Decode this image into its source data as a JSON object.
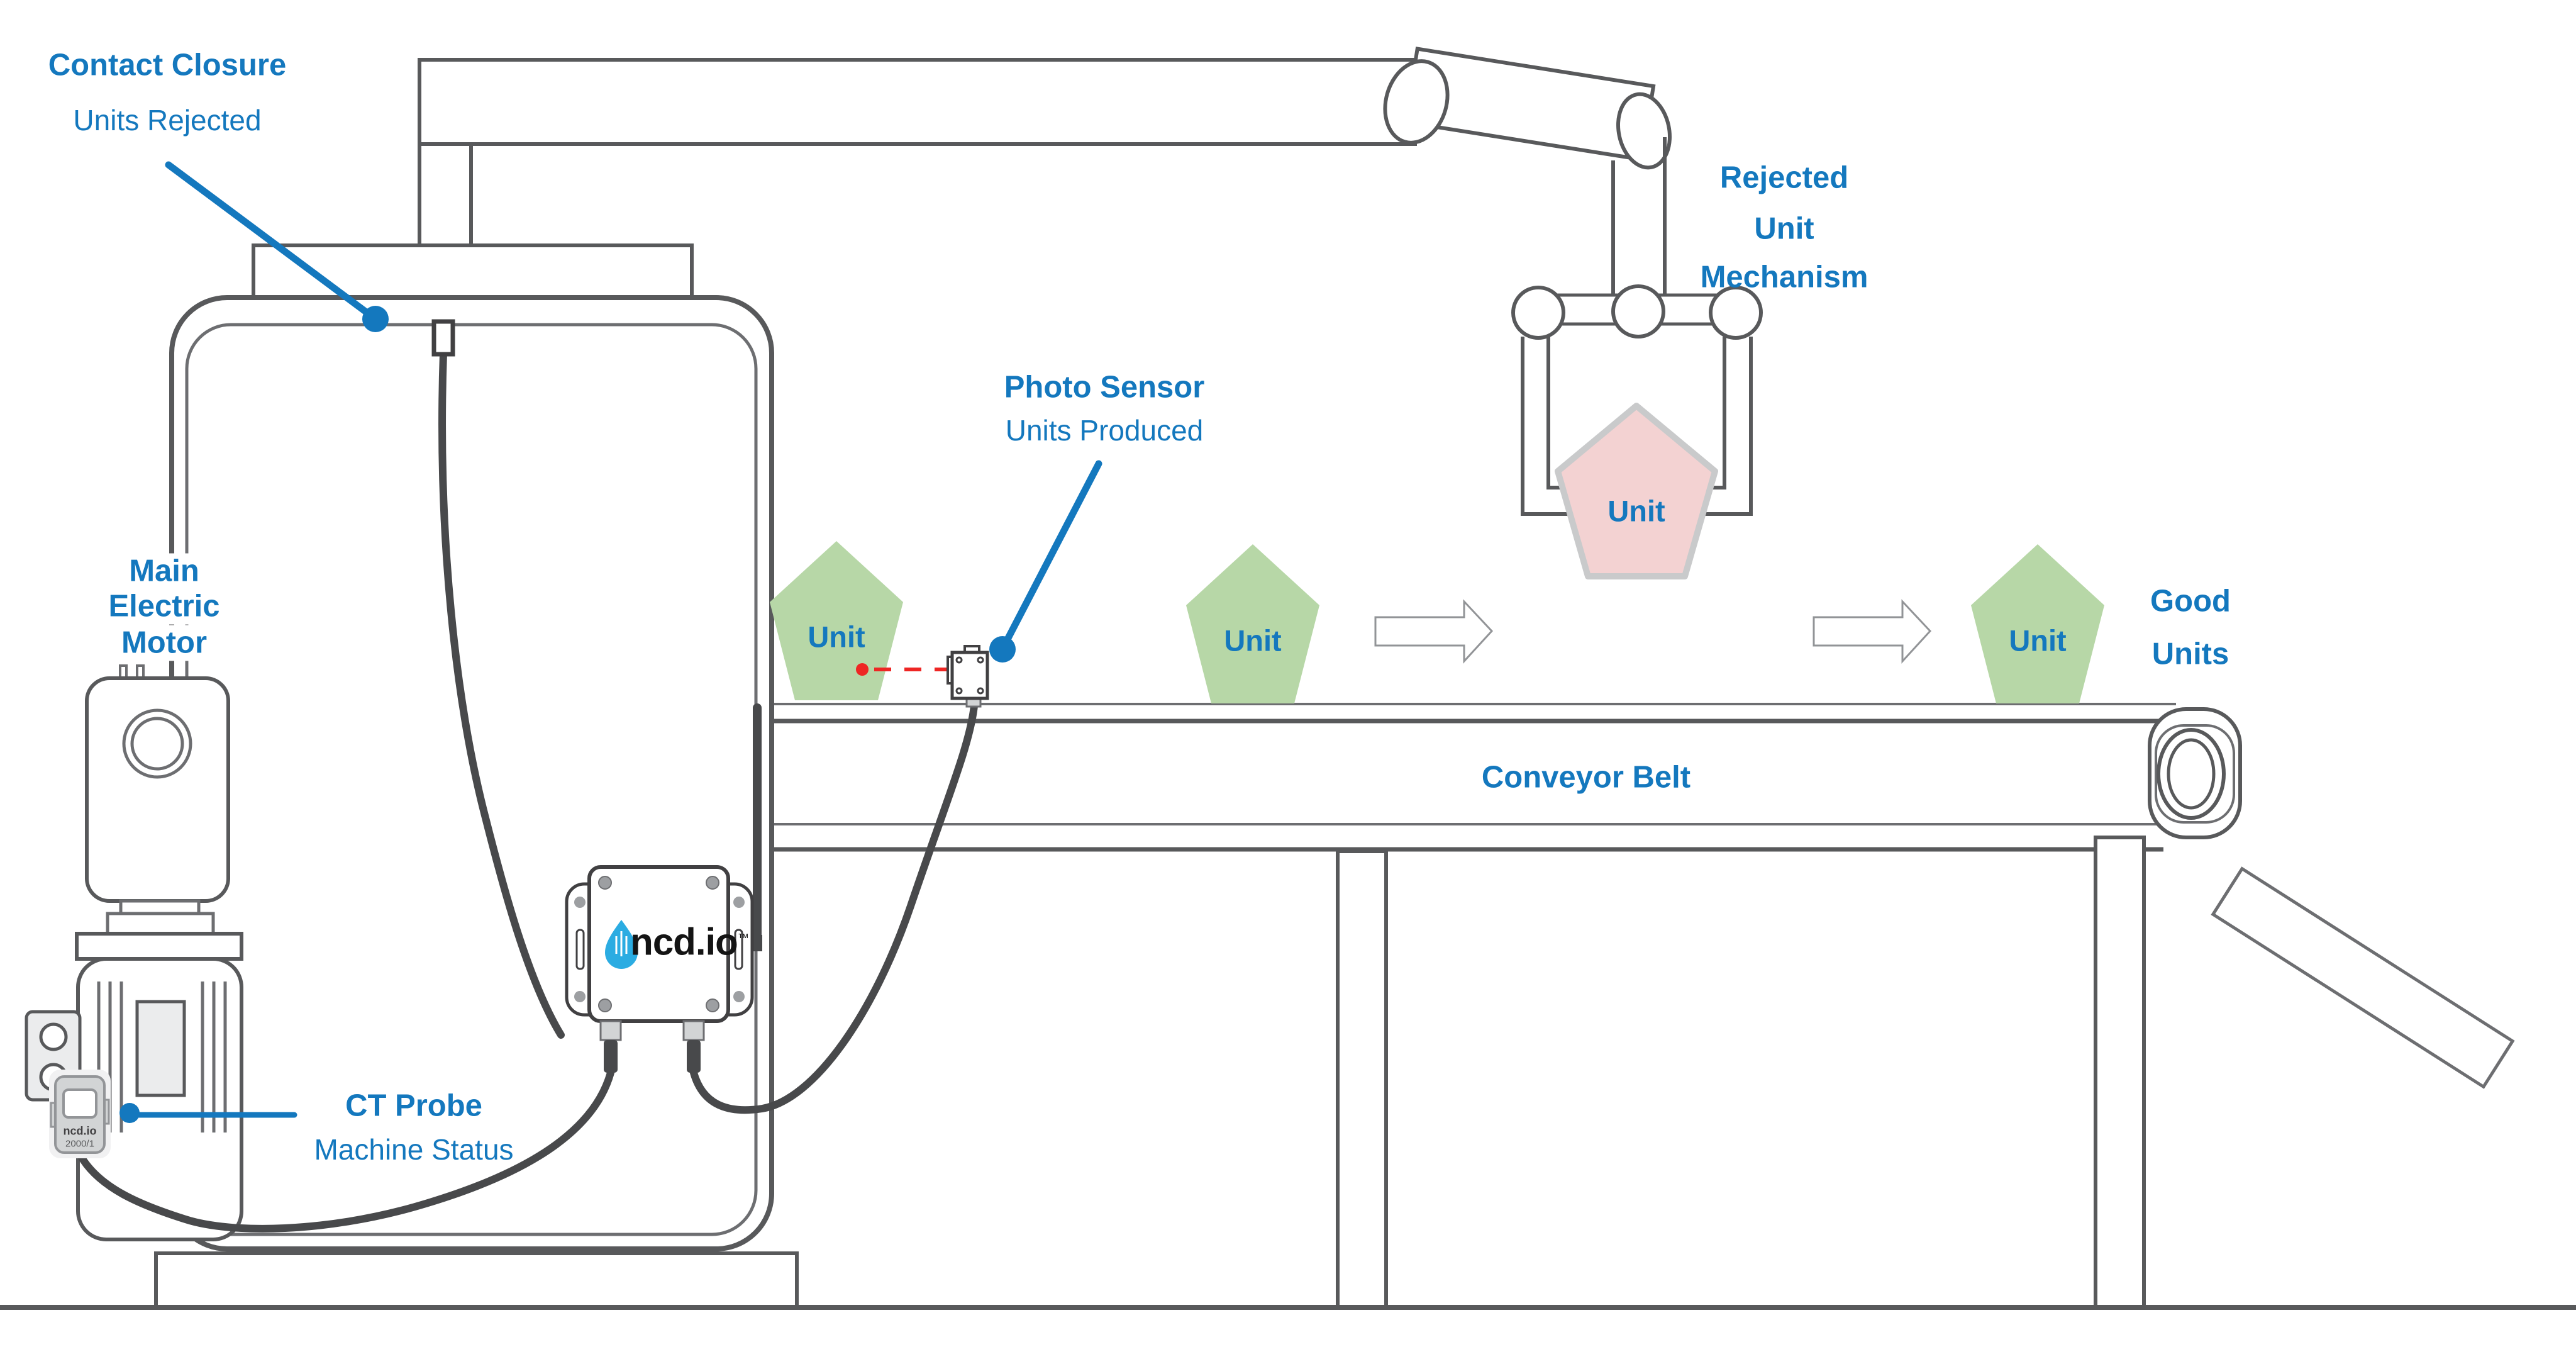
{
  "labels": {
    "contact_closure": {
      "title": "Contact Closure",
      "subtitle": "Units Rejected"
    },
    "photo_sensor": {
      "title": "Photo Sensor",
      "subtitle": "Units Produced"
    },
    "rejected_mechanism": {
      "line1": "Rejected",
      "line2": "Unit",
      "line3": "Mechanism"
    },
    "main_motor": {
      "line1": "Main",
      "line2": "Electric",
      "line3": "Motor"
    },
    "ct_probe": {
      "title": "CT Probe",
      "subtitle": "Machine Status"
    },
    "conveyor_belt": "Conveyor Belt",
    "good_units": {
      "line1": "Good",
      "line2": "Units"
    },
    "unit": "Unit"
  },
  "devices": {
    "gateway": {
      "brand": "ncd.io",
      "tm": "™"
    },
    "ct_probe": {
      "brand": "ncd.io",
      "model": "2000/1"
    }
  },
  "colors": {
    "accent_blue": "#1478be",
    "outline_dark": "#58595b",
    "outline_light": "#6d6e71",
    "cable": "#48494b",
    "good_unit_green": "#b7d7a7",
    "rejected_unit_pink": "#f3d2d2",
    "rejected_unit_stroke": "#c9cacb",
    "beam_red": "#ee2624",
    "device_gray": "#d2d4d5"
  }
}
